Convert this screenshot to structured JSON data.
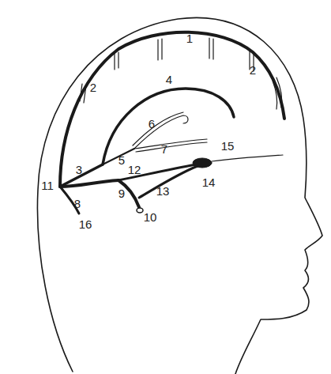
{
  "diagram": {
    "labels": [
      "1",
      "2",
      "2",
      "4",
      "6",
      "3",
      "5",
      "7",
      "15",
      "11",
      "12",
      "14",
      "8",
      "9",
      "13",
      "10",
      "16"
    ]
  }
}
